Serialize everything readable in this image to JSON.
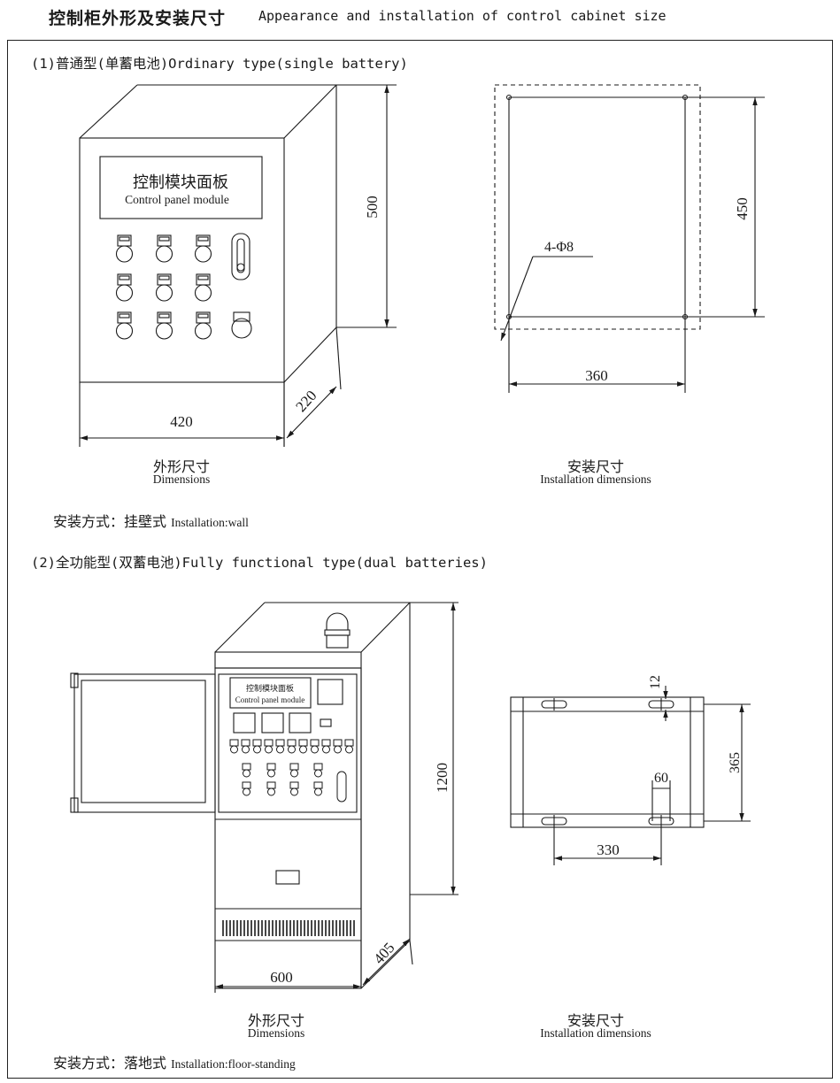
{
  "header": {
    "title_cn": "控制柜外形及安装尺寸",
    "title_en": "Appearance and installation of control cabinet size"
  },
  "section1": {
    "heading": "(1)普通型(单蓄电池)Ordinary type(single battery)",
    "panel_label_cn": "控制模块面板",
    "panel_label_en": "Control panel module",
    "dims": {
      "width": "420",
      "height": "500",
      "depth": "220"
    },
    "install_dims": {
      "hole_spec": "4-Φ8",
      "hole_spacing_h": "360",
      "hole_spacing_v": "450"
    },
    "caption_left_cn": "外形尺寸",
    "caption_left_en": "Dimensions",
    "caption_right_cn": "安装尺寸",
    "caption_right_en": "Installation dimensions",
    "install_method_cn": "安装方式：挂壁式",
    "install_method_en": "Installation:wall"
  },
  "section2": {
    "heading": "(2)全功能型(双蓄电池)Fully functional type(dual batteries)",
    "panel_label_cn": "控制模块面板",
    "panel_label_en": "Control panel module",
    "dims": {
      "width": "600",
      "height": "1200",
      "depth": "405"
    },
    "install_dims": {
      "slot": "12",
      "slot_len": "60",
      "depth_spacing": "365",
      "width_spacing": "330"
    },
    "caption_left_cn": "外形尺寸",
    "caption_left_en": "Dimensions",
    "caption_right_cn": "安装尺寸",
    "caption_right_en": "Installation dimensions",
    "install_method_cn": "安装方式：落地式",
    "install_method_en": "Installation:floor-standing"
  }
}
